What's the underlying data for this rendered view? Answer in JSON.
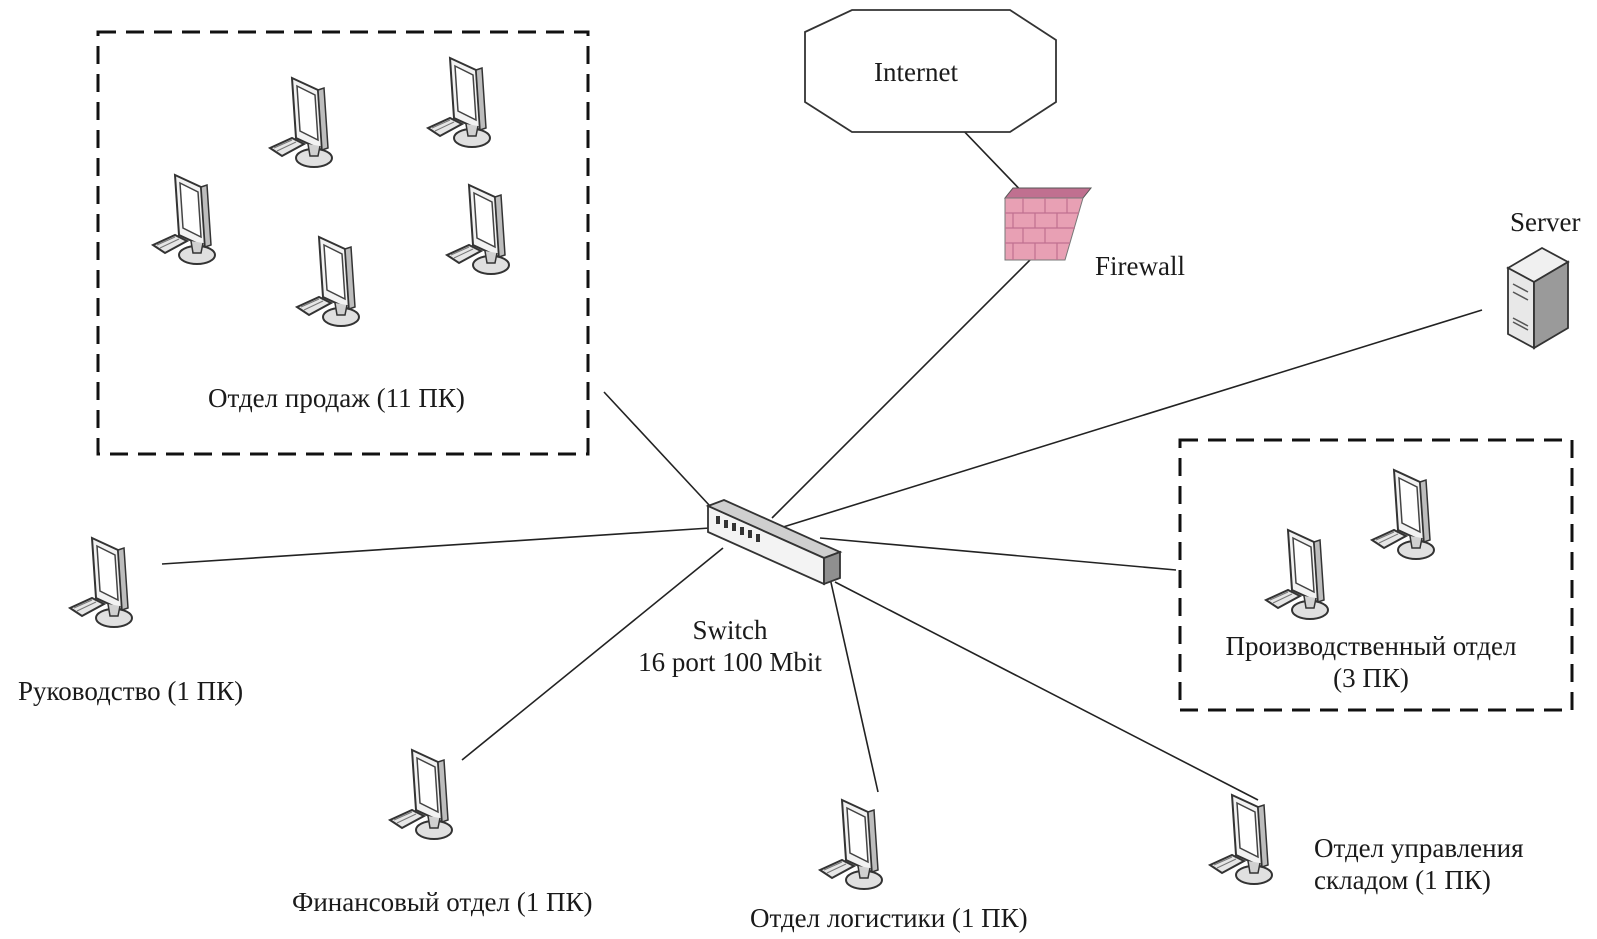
{
  "nodes": {
    "internet": {
      "label": "Internet"
    },
    "firewall": {
      "label": "Firewall"
    },
    "server": {
      "label": "Server"
    },
    "switch": {
      "label_line1": "Switch",
      "label_line2": "16 port 100 Mbit"
    },
    "sales": {
      "label": "Отдел продаж (11 ПК)"
    },
    "production": {
      "label_line1": "Производственный отдел",
      "label_line2": "(3 ПК)"
    },
    "management": {
      "label": "Руководство (1 ПК)"
    },
    "finance": {
      "label": "Финансовый отдел (1 ПК)"
    },
    "logistics": {
      "label": "Отдел логистики (1 ПК)"
    },
    "warehouse": {
      "label_line1": "Отдел управления",
      "label_line2": "складом (1 ПК)"
    }
  },
  "colors": {
    "line": "#222222",
    "firewall": "#e8a0b4",
    "switch": "#d9d9d9",
    "pc_screen": "#ffffff",
    "pc_body": "#e6e6e6"
  },
  "icons": {
    "pc": "desktop-computer-icon",
    "server": "server-tower-icon",
    "switch": "network-switch-icon",
    "firewall": "firewall-brick-icon",
    "internet": "cloud-hexagon-icon"
  }
}
